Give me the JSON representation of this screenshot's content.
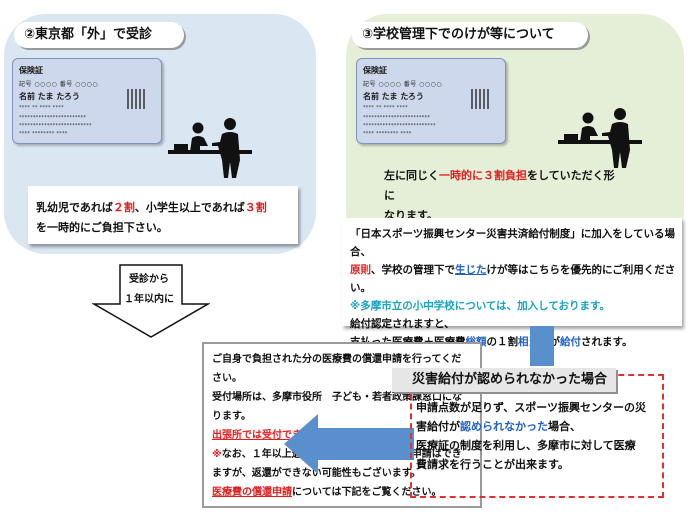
{
  "colors": {
    "left_panel_bg": "#dbe6f3",
    "right_panel_bg": "#e5efd8",
    "accent_red": "#e02020",
    "accent_blue": "#5a8fcd",
    "dashed_border": "#e03030"
  },
  "left_panel": {
    "title": "②東京都「外」で受診",
    "card": {
      "title": "保険証",
      "meta": "記号  ○○○○      番号  ○○○○",
      "name": "名前  たま  たろう",
      "dots1": "****  **  ****  ****",
      "dots2": "************************",
      "dots3": "**************************",
      "dots4": "****  ********  ****"
    },
    "people_icon": "reception-desk-icon",
    "box": {
      "line1_part1": "乳幼児であれば",
      "line1_red1": "２割",
      "line1_part2": "、小学生以上であれば",
      "line1_red2": "３割",
      "line2": "を一時的にご負担下さい。"
    }
  },
  "arrow_down": {
    "line1": "受診から",
    "line2": "１年以内に"
  },
  "right_panel": {
    "title": "③学校管理下でのけが等について",
    "card": {
      "title": "保険証",
      "meta": "記号  ○○○○      番号  ○○○○",
      "name": "名前  たま  たろう",
      "dots1": "****  **  ****  ****",
      "dots2": "************************",
      "dots3": "**************************",
      "dots4": "****  ********  ****"
    },
    "people_icon": "reception-desk-icon",
    "note": {
      "part1": "左に同じく",
      "red": "一時的に３割負担",
      "part2": "をしていただく形に",
      "line2": "なります。"
    },
    "box": {
      "line1": "「日本スポーツ振興センター災害共済給付制度」に加入をしている場合、",
      "line2_red1": "原則",
      "line2_part1": "、学校の管理下で",
      "line2_blue": "生じた",
      "line2_part2": "けが等はこちらを優先的にご利用ください。",
      "line3_teal": "※多摩市立の小中学校については、加入しております。",
      "line4": "給付認定されますと、",
      "line5_part1": "支払った医療費＋医療費",
      "line5_blue1": "総額",
      "line5_part2": "の１割",
      "line5_blue2": "相当額",
      "line5_part3": "が",
      "line5_blue3": "給付",
      "line5_part4": "されます。"
    }
  },
  "bottom_left_box": {
    "line1": "ご自身で負担された分の医療費の償還申請を行ってくだ",
    "line2": "さい。",
    "line3": "受付場所は、多摩市役所　子ども・若者政策課窓口にな",
    "line4": "ります。",
    "line5_red": "出張所では受付できません。",
    "line6_red": "※",
    "line6": "なお、１年以上過ぎている領収書でも償還申請はでき",
    "line7": "ますが、返還ができない可能性もございます。",
    "line8_red": "医療費の償還申請",
    "line8": "については下記をご覧ください。"
  },
  "not_approved": {
    "title": "災害給付が認められなかった場合",
    "line1": "申請点数が足りず、スポーツ振興センターの災",
    "line2_part1": "害給付が",
    "line2_blue": "認められなかった",
    "line2_part2": "場合、",
    "line3": "医療証の制度を利用し、多摩市に対して医療",
    "line4": "費請求を行うことが出来ます。"
  }
}
